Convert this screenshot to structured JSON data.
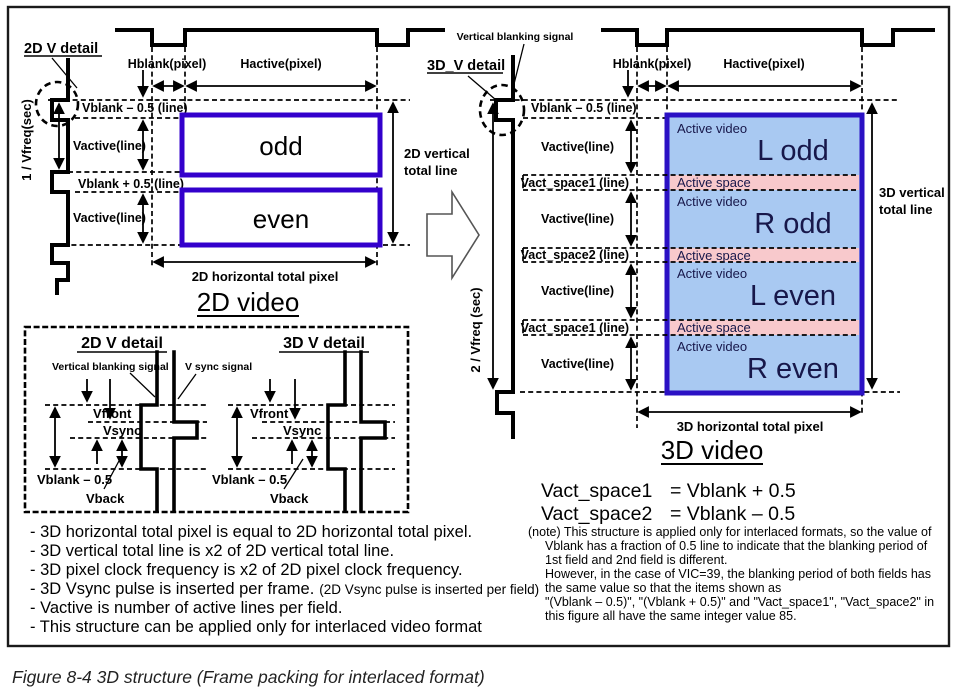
{
  "figure_caption": "Figure 8-4 3D structure (Frame packing for interlaced format)",
  "colors": {
    "box_2d_border": "#3300cc",
    "box_3d_border": "#2b11c4",
    "active_video_fill": "#a9c9f2",
    "active_space_fill": "#f8c9cc"
  },
  "left_diagram": {
    "detail_label": "2D  V detail",
    "hblank": "Hblank(pixel)",
    "hactive": "Hactive(pixel)",
    "vblank_minus": "Vblank – 0.5 (line)",
    "vactive_1": "Vactive(line)",
    "vblank_plus": "Vblank + 0.5 (line)",
    "vactive_2": "Vactive(line)",
    "field_odd": "odd",
    "field_even": "even",
    "vfreq": "1 / Vfreq(sec)",
    "vertical_total_line1": "2D vertical",
    "vertical_total_line2": "total line",
    "horizontal_total": "2D horizontal total pixel",
    "title": "2D video"
  },
  "right_diagram": {
    "blanking_signal": "Vertical blanking signal",
    "detail_label": "3D_V detail",
    "hblank": "Hblank(pixel)",
    "hactive": "Hactive(pixel)",
    "vblank_minus": "Vblank – 0.5 (line)",
    "vfreq": "2 / Vfreq (sec)",
    "vertical_total_line1": "3D vertical",
    "vertical_total_line2": "total line",
    "horizontal_total": "3D horizontal total pixel",
    "title": "3D video",
    "row_labels": [
      "Vactive(line)",
      "Vact_space1 (line)",
      "Vactive(line)",
      "Vact_space2 (line)",
      "Vactive(line)",
      "Vact_space1 (line)",
      "Vactive(line)"
    ],
    "sections": [
      {
        "label": "Active video",
        "big": "L odd"
      },
      {
        "label": "Active space"
      },
      {
        "label": "Active video",
        "big": "R odd"
      },
      {
        "label": "Active space"
      },
      {
        "label": "Active video",
        "big": "L even"
      },
      {
        "label": "Active space"
      },
      {
        "label": "Active video",
        "big": "R even"
      }
    ]
  },
  "detail_box": {
    "title_2d": "2D  V detail",
    "title_3d": "3D  V detail",
    "blanking_signal": "Vertical blanking signal",
    "vsync_signal": "V sync signal",
    "vfront": "Vfront",
    "vsync": "Vsync",
    "vblank": "Vblank – 0.5",
    "vback": "Vback"
  },
  "formulas": [
    {
      "lhs": "Vact_space1",
      "rhs": "= Vblank + 0.5"
    },
    {
      "lhs": "Vact_space2",
      "rhs": "= Vblank – 0.5"
    }
  ],
  "note_lines": [
    "(note) This structure is applied only for interlaced formats, so the value of",
    "Vblank has a fraction of 0.5 line to indicate that the blanking period of",
    "1st field and 2nd field is different.",
    "However, in the case of VIC=39, the blanking period of both fields has",
    "the same value so that the items shown as",
    "\"(Vblank – 0.5)\", \"(Vblank + 0.5)\" and \"Vact_space1\", \"Vact_space2\" in",
    "this figure all have the same integer value 85."
  ],
  "bullets": [
    {
      "text": "- 3D horizontal total pixel is equal to 2D horizontal total pixel."
    },
    {
      "text": "- 3D vertical total line is x2 of  2D vertical total line."
    },
    {
      "text": "- 3D pixel clock frequency is x2 of 2D pixel clock frequency."
    },
    {
      "text": "- 3D Vsync pulse is inserted per frame.",
      "suffix": "(2D Vsync pulse is inserted per field)"
    },
    {
      "text": "- Vactive is number of active lines per field."
    },
    {
      "text": "- This structure can be applied only for interlaced video format"
    }
  ]
}
